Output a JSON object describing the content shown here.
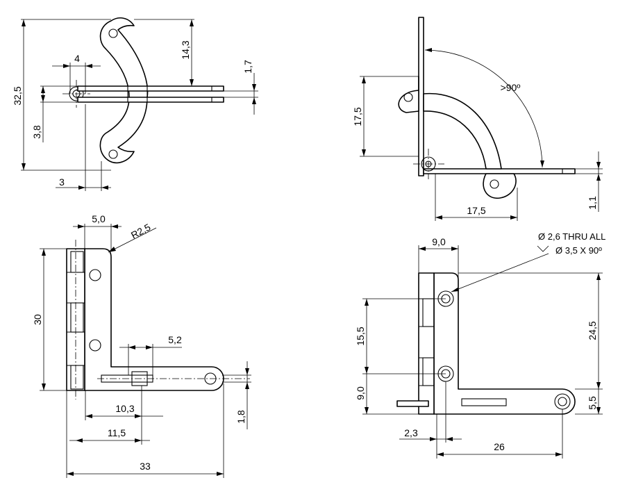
{
  "view_top_left": {
    "dims": {
      "overall_height": "32,5",
      "upper_length": "14,3",
      "pin_width": "4",
      "leaf_thickness": "1,7",
      "lower_offset": "3,8",
      "bottom_width": "3"
    }
  },
  "view_top_right": {
    "dims": {
      "height": "17,5",
      "width": "17,5",
      "angle": ">90º",
      "thickness": "1,1"
    }
  },
  "view_bottom_left": {
    "dims": {
      "top_width": "5,0",
      "radius": "R2,5",
      "slot_width": "5,2",
      "height": "30",
      "slot_offset": "10,3",
      "slot_end": "11,5",
      "thickness": "1,8",
      "overall_width": "33"
    }
  },
  "view_bottom_right": {
    "dims": {
      "width": "9,0",
      "hole_spacing": "15,5",
      "height": "24,5",
      "lower_height": "9,0",
      "bottom_offset": "5,5",
      "hole_edge": "2,3",
      "hole_center": "26"
    },
    "callout_line1": "Ø 2,6 THRU ALL",
    "callout_line2": "Ø 3,5 X 90º"
  }
}
